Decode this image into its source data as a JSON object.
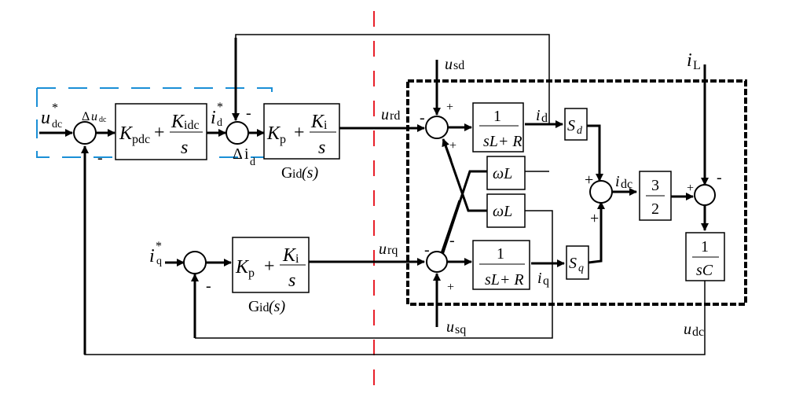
{
  "diagram": {
    "type": "control-block-diagram",
    "colors": {
      "line": "#000000",
      "outer_loop_box": "#1a8fd6",
      "divider": "#e8202a",
      "plant_box": "#000000"
    },
    "inputs": {
      "udc_ref": {
        "main": "u",
        "sub": "dc",
        "sup": "*"
      },
      "iq_ref": {
        "main": "i",
        "sub": "q",
        "sup": "*"
      },
      "iL": {
        "main": "i",
        "sub": "L"
      },
      "usd": {
        "main": "u",
        "sub": "sd"
      },
      "usq": {
        "main": "u",
        "sub": "sq"
      }
    },
    "signals": {
      "delta_udc": {
        "pre": "Δ",
        "main": "u",
        "sub": "dc"
      },
      "id_ref": {
        "main": "i",
        "sub": "d",
        "sup": "*"
      },
      "delta_id": {
        "pre": "Δ",
        "main": "i",
        "sub": "d"
      },
      "urd": {
        "main": "u",
        "sub": "rd"
      },
      "urq": {
        "main": "u",
        "sub": "rq"
      },
      "id": {
        "main": "i",
        "sub": "d"
      },
      "iq": {
        "main": "i",
        "sub": "q"
      },
      "idc": {
        "main": "i",
        "sub": "dc"
      },
      "udc": {
        "main": "u",
        "sub": "dc"
      }
    },
    "blocks": {
      "voltage_pi": {
        "k1": "K",
        "k1_sub": "pdc",
        "plus": "+",
        "num": "K",
        "num_sub": "idc",
        "den": "s"
      },
      "current_pi_d": {
        "k1": "K",
        "k1_sub": "p",
        "plus": "+",
        "num": "K",
        "num_sub": "i",
        "den": "s",
        "caption": "G",
        "caption_sub": "id",
        "caption_arg": "(s)"
      },
      "current_pi_q": {
        "k1": "K",
        "k1_sub": "p",
        "plus": "+",
        "num": "K",
        "num_sub": "i",
        "den": "s",
        "caption": "G",
        "caption_sub": "id",
        "caption_arg": "(s)"
      },
      "plant_d": {
        "num": "1",
        "den": "sL+ R"
      },
      "plant_q": {
        "num": "1",
        "den": "sL+ R"
      },
      "coupling_1": {
        "label": "ωL"
      },
      "coupling_2": {
        "label": "ωL"
      },
      "switch_d": {
        "main": "S",
        "sub": "d"
      },
      "switch_q": {
        "main": "S",
        "sub": "q"
      },
      "gain": {
        "num": "3",
        "den": "2"
      },
      "capacitor": {
        "num": "1",
        "den": "sC"
      }
    },
    "signs": {
      "sum_udc_minus": "-",
      "sum_id_minus": "-",
      "sum_iq_minus": "-",
      "sum_d_minus": "-",
      "sum_d_plus_top": "+",
      "sum_d_plus_bottom": "+",
      "sum_q_minus_left": "-",
      "sum_q_minus_top": "-",
      "sum_q_plus_bottom": "+",
      "sum_idc_plus_top": "+",
      "sum_idc_plus_bottom": "+",
      "sum_cap_plus": "+",
      "sum_cap_minus": "-"
    }
  }
}
